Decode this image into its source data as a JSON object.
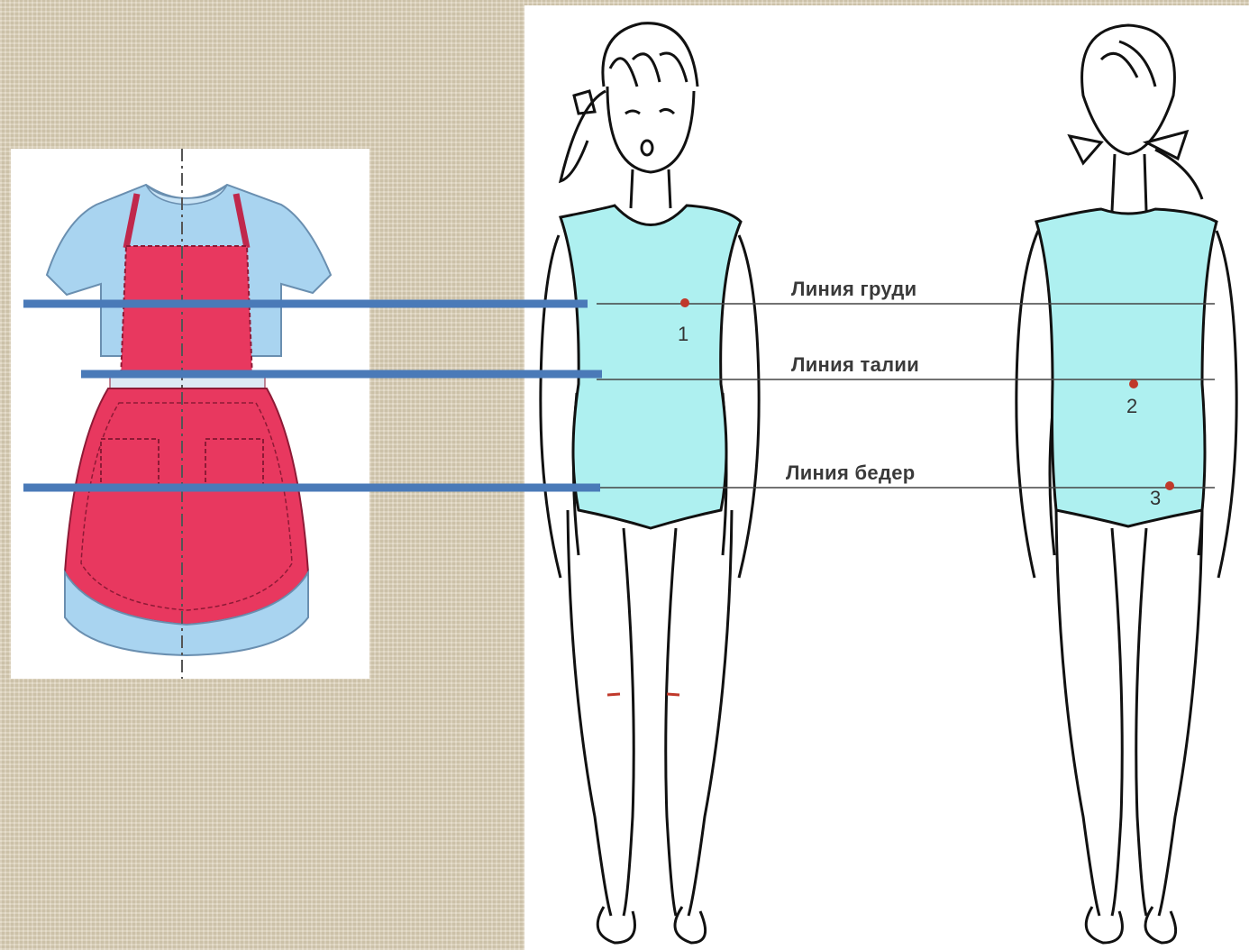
{
  "labels": {
    "chest": "Линия груди",
    "waist": "Линия талии",
    "hips": "Линия бедер"
  },
  "points": [
    "1",
    "2",
    "3"
  ],
  "colors": {
    "background": "#d9cdb3",
    "shirt": "#a9d4f0",
    "apron": "#e8385f",
    "bodysuit": "#aef0f0",
    "guide_line": "#4a7ab8",
    "point": "#c0392b"
  }
}
